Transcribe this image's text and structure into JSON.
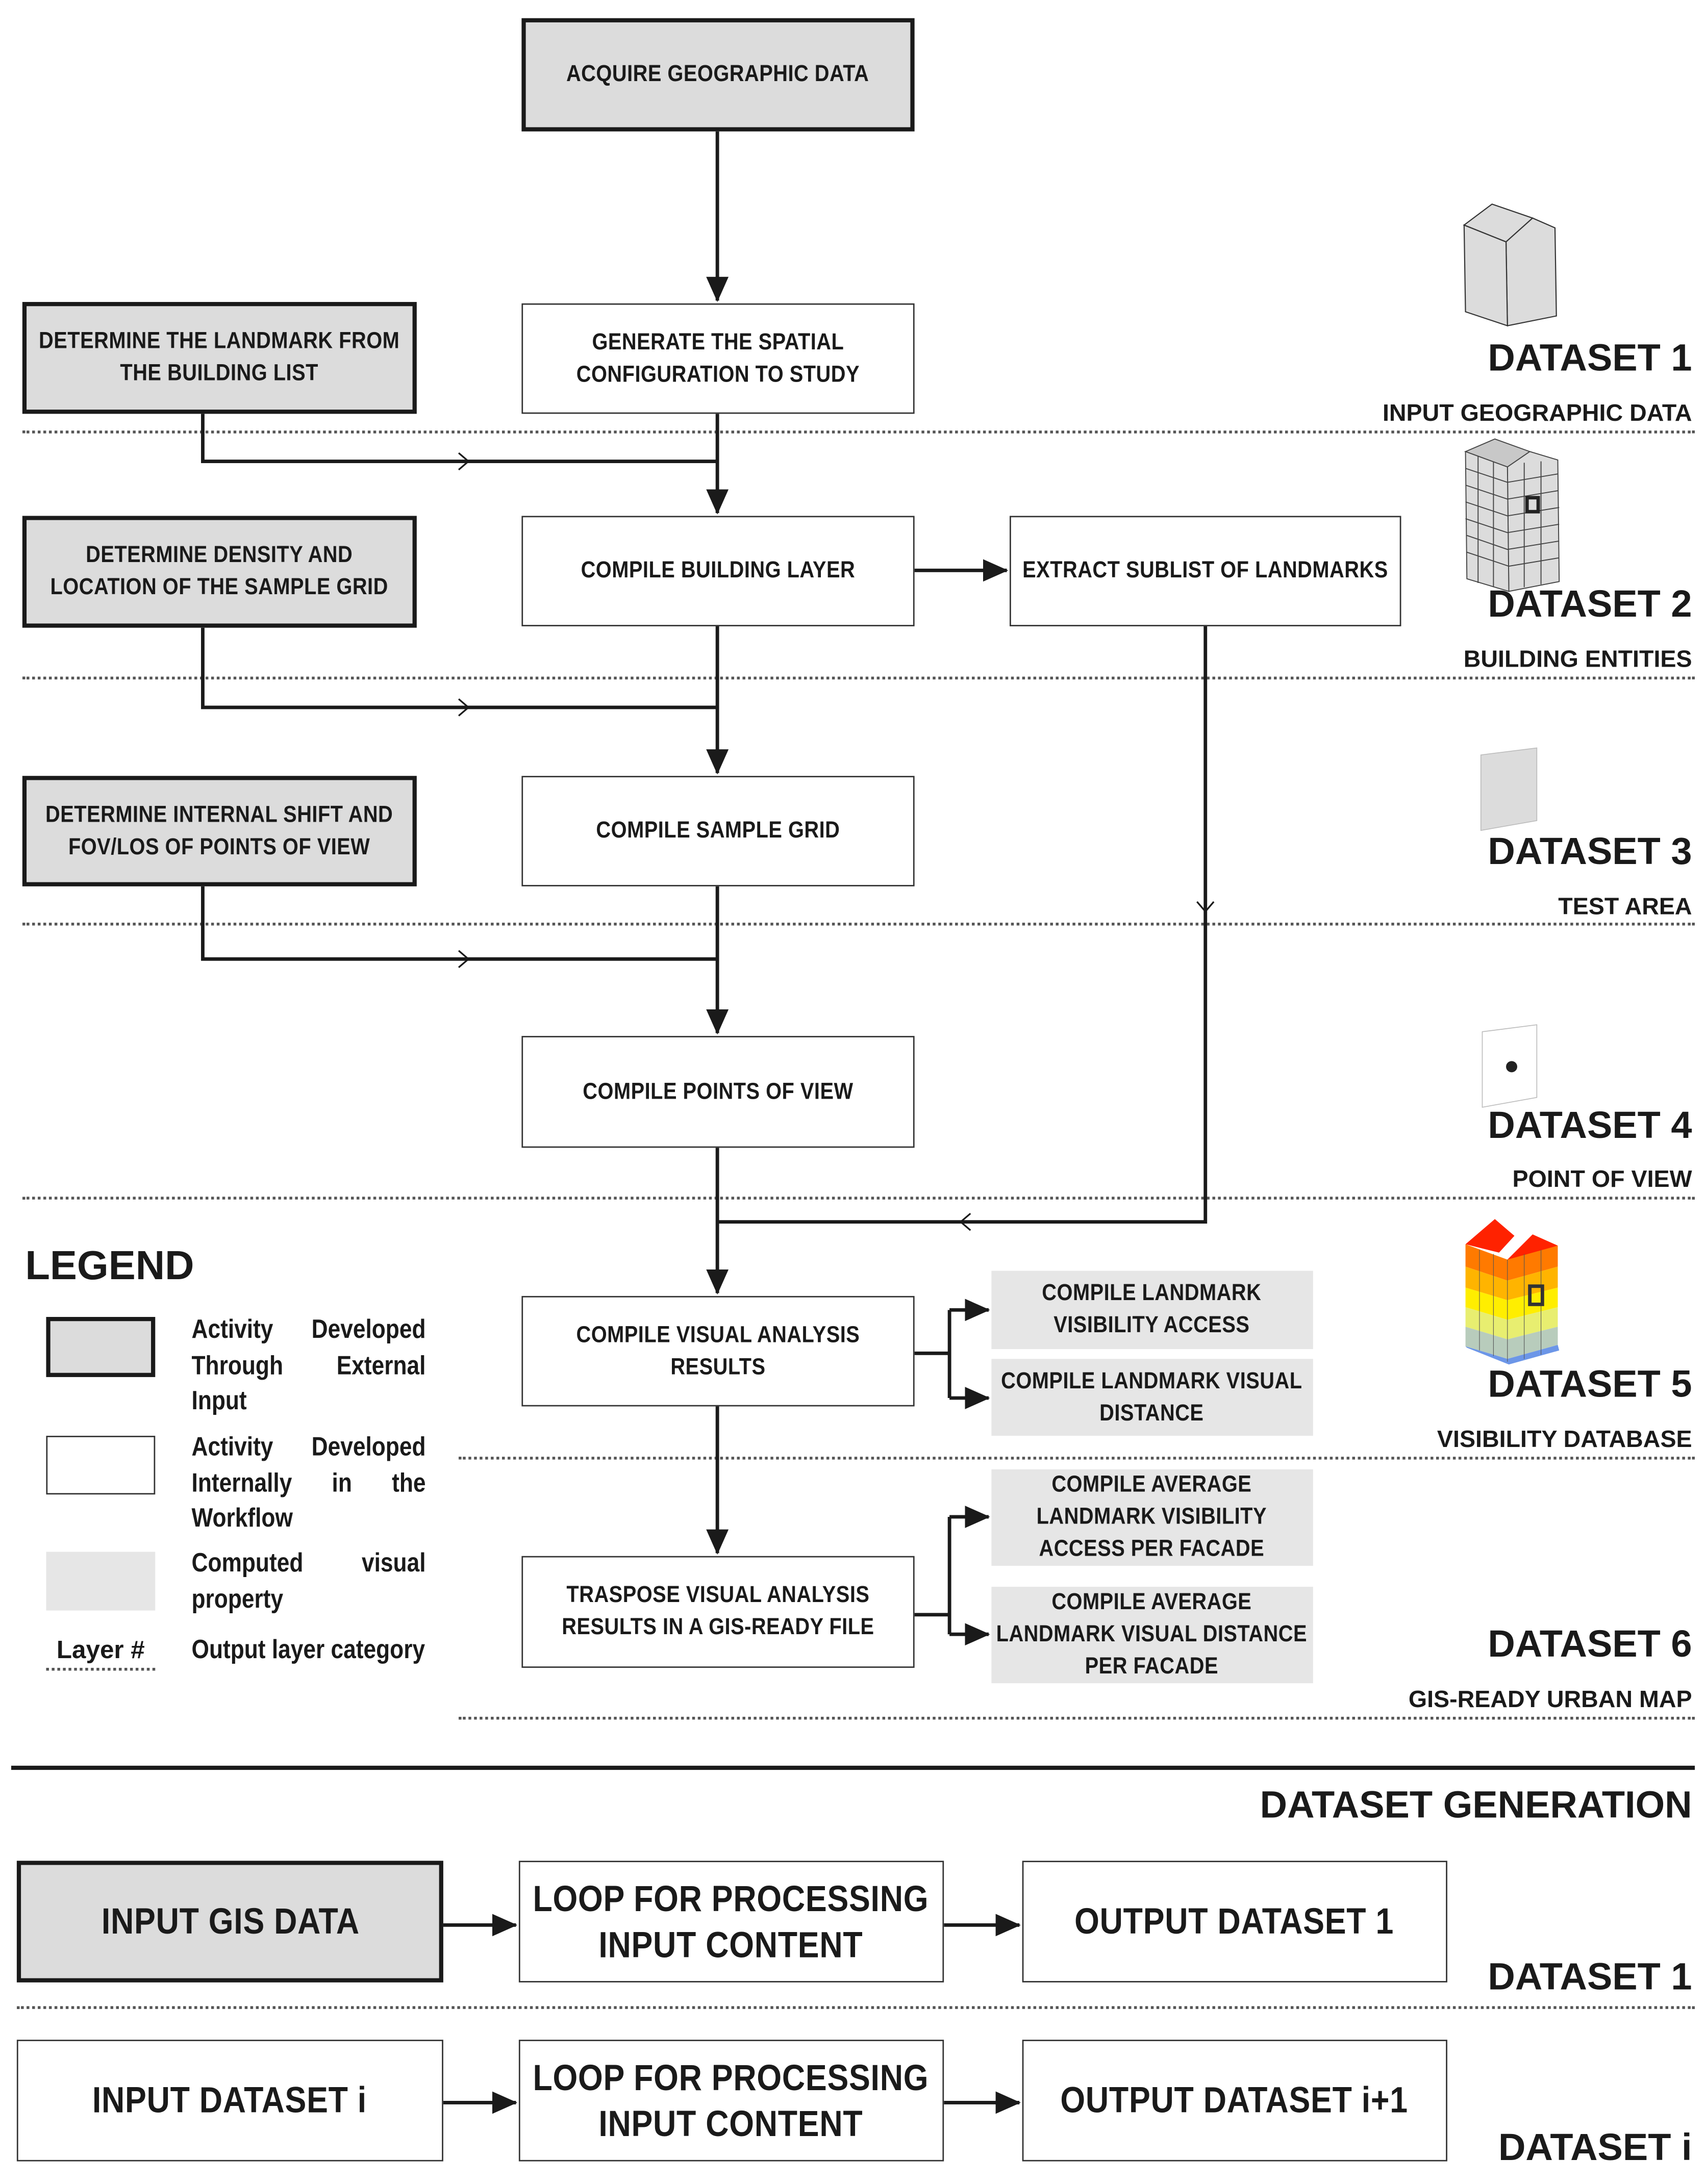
{
  "flowchart": {
    "acquire": "ACQUIRE GEOGRAPHIC DATA",
    "generate": "GENERATE THE SPATIAL CONFIGURATION TO STUDY",
    "determine_landmark": "DETERMINE THE LANDMARK FROM THE BUILDING LIST",
    "compile_building": "COMPILE BUILDING LAYER",
    "extract_sublist": "EXTRACT SUBLIST OF LANDMARKS",
    "determine_density": "DETERMINE DENSITY AND LOCATION OF THE SAMPLE GRID",
    "compile_grid": "COMPILE SAMPLE GRID",
    "determine_shift": "DETERMINE INTERNAL SHIFT AND FOV/LOS OF POINTS OF VIEW",
    "compile_pov": "COMPILE POINTS OF VIEW",
    "compile_visual": "COMPILE VISUAL ANALYSIS RESULTS",
    "landmark_access": "COMPILE LANDMARK VISIBILITY ACCESS",
    "landmark_distance": "COMPILE LANDMARK VISUAL DISTANCE",
    "traspose": "TRASPOSE VISUAL ANALYSIS RESULTS IN A GIS-READY FILE",
    "avg_access": "COMPILE AVERAGE LANDMARK VISIBILITY ACCESS PER FACADE",
    "avg_distance": "COMPILE AVERAGE LANDMARK VISUAL DISTANCE PER FACADE"
  },
  "datasets": [
    {
      "name": "DATASET 1",
      "sub": "INPUT GEOGRAPHIC DATA",
      "icon": "building-icon"
    },
    {
      "name": "DATASET 2",
      "sub": "BUILDING ENTITIES",
      "icon": "gridded-building-icon"
    },
    {
      "name": "DATASET 3",
      "sub": "TEST AREA",
      "icon": "test-area-icon"
    },
    {
      "name": "DATASET 4",
      "sub": "POINT OF VIEW",
      "icon": "point-of-view-icon"
    },
    {
      "name": "DATASET 5",
      "sub": "VISIBILITY DATABASE",
      "icon": "colored-building-icon"
    },
    {
      "name": "DATASET 6",
      "sub": "GIS-READY URBAN MAP"
    }
  ],
  "legend": {
    "title": "LEGEND",
    "external": "Activity Developed Through External Input",
    "internal": "Activity Developed Internally in the Workflow",
    "computed": "Computed visual property",
    "layer_key": "Layer #",
    "layer": "Output layer category"
  },
  "generation": {
    "title": "DATASET GENERATION",
    "rows": [
      {
        "input": "INPUT GIS DATA",
        "loop": "LOOP FOR PROCESSING INPUT CONTENT",
        "output": "OUTPUT DATASET 1",
        "label": "DATASET 1"
      },
      {
        "input": "INPUT DATASET i",
        "loop": "LOOP FOR PROCESSING INPUT CONTENT",
        "output": "OUTPUT DATASET i+1",
        "label": "DATASET i"
      }
    ]
  },
  "colors": {
    "external_fill": "#dcdcdc",
    "computed_fill": "#e6e6e6",
    "line": "#1a1a1a"
  }
}
